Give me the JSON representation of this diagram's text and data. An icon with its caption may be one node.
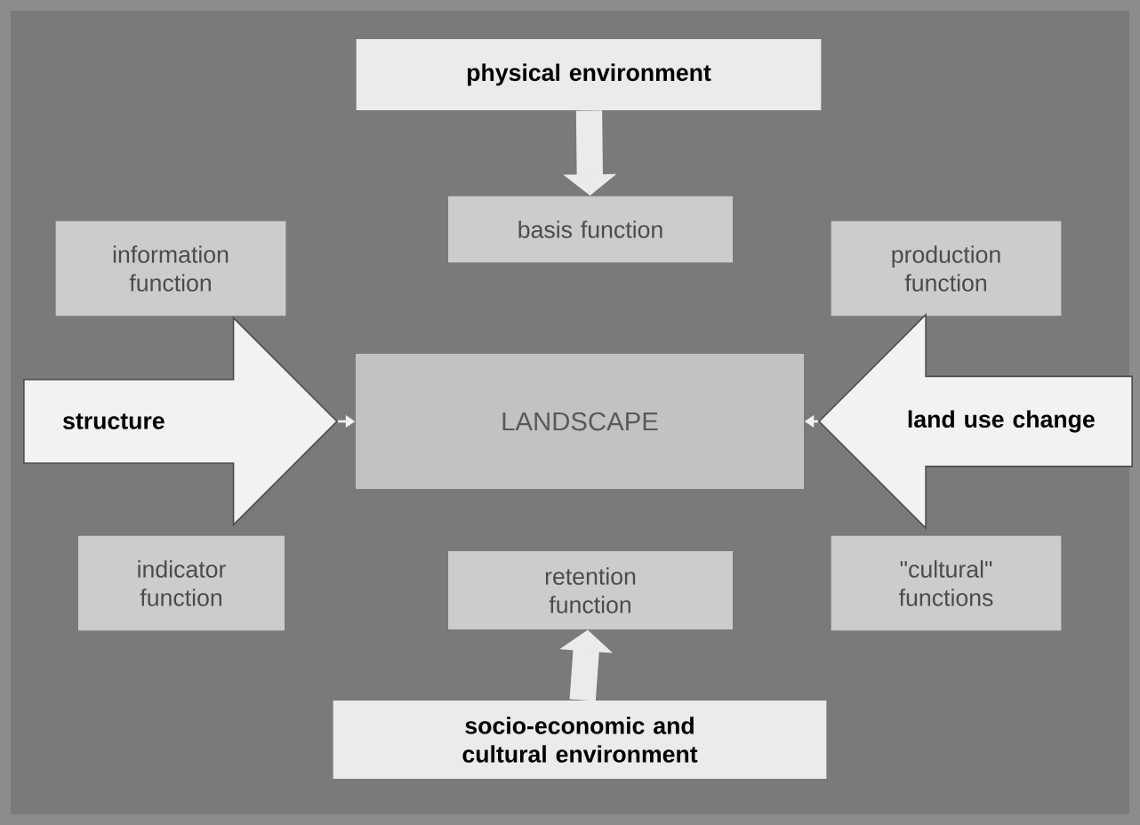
{
  "diagram": {
    "nodes": [
      {
        "text": [
          "physical environment"
        ]
      },
      {
        "text": [
          "basis function"
        ]
      },
      {
        "text": [
          "information function"
        ]
      },
      {
        "text": [
          "production function"
        ]
      },
      {
        "text": [
          "structure"
        ]
      },
      {
        "text": [
          "LANDSCAPE"
        ]
      },
      {
        "text": [
          "land use change"
        ]
      },
      {
        "text": [
          "indicator function"
        ]
      },
      {
        "text": [
          "retention function"
        ]
      },
      {
        "text": [
          "\"cultural\" functions"
        ]
      },
      {
        "text": [
          "socio-economic and cultural environment"
        ]
      }
    ],
    "edges": [
      {
        "from": 0,
        "to": 1,
        "arrow": "to",
        "style": "thick"
      },
      {
        "from": 10,
        "to": 8,
        "arrow": "to",
        "style": "thick"
      },
      {
        "from": 4,
        "to": 5,
        "arrow": "to"
      },
      {
        "from": 6,
        "to": 5,
        "arrow": "to"
      }
    ]
  }
}
